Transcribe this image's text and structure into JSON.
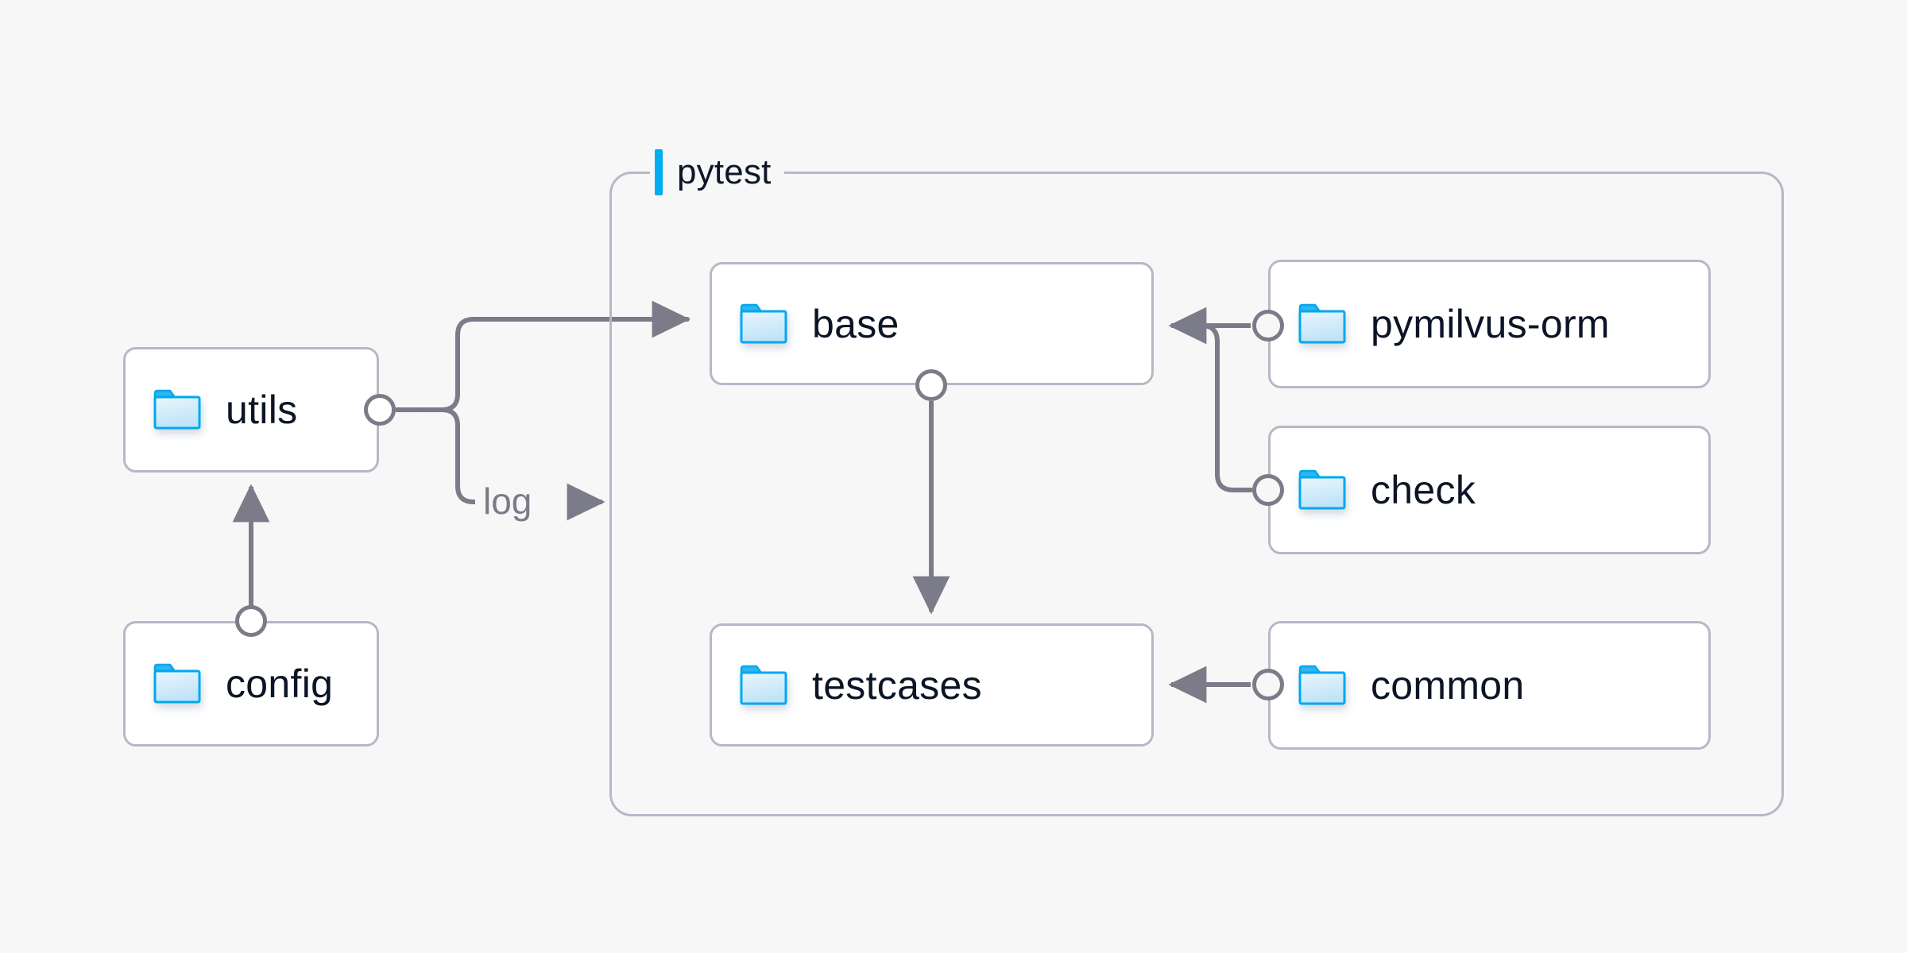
{
  "diagram": {
    "title_label": "pytest",
    "accent_color": "#00AEEF",
    "edge_color": "#7b7b89",
    "node_border_color": "#b9b7c6",
    "node_text_color": "#0c1526",
    "background_color": "#f7f7f8",
    "group": {
      "name": "pytest",
      "icon": "vertical-accent-bar"
    },
    "nodes": [
      {
        "id": "utils",
        "label": "utils",
        "icon": "folder-icon"
      },
      {
        "id": "config",
        "label": "config",
        "icon": "folder-icon"
      },
      {
        "id": "base",
        "label": "base",
        "icon": "folder-icon"
      },
      {
        "id": "testcases",
        "label": "testcases",
        "icon": "folder-icon"
      },
      {
        "id": "pymilvus-orm",
        "label": "pymilvus-orm",
        "icon": "folder-icon"
      },
      {
        "id": "check",
        "label": "check",
        "icon": "folder-icon"
      },
      {
        "id": "common",
        "label": "common",
        "icon": "folder-icon"
      }
    ],
    "edge_labels": [
      {
        "id": "log",
        "label": "log",
        "icon": "arrow-right-icon"
      }
    ],
    "connections": [
      {
        "from": "config",
        "to": "utils",
        "label": ""
      },
      {
        "from": "utils",
        "to": "base",
        "label": ""
      },
      {
        "from": "utils",
        "to": "pytest",
        "label": "log"
      },
      {
        "from": "base",
        "to": "testcases",
        "label": ""
      },
      {
        "from": "pymilvus-orm",
        "to": "base",
        "label": ""
      },
      {
        "from": "check",
        "to": "base",
        "label": ""
      },
      {
        "from": "common",
        "to": "testcases",
        "label": ""
      }
    ]
  }
}
